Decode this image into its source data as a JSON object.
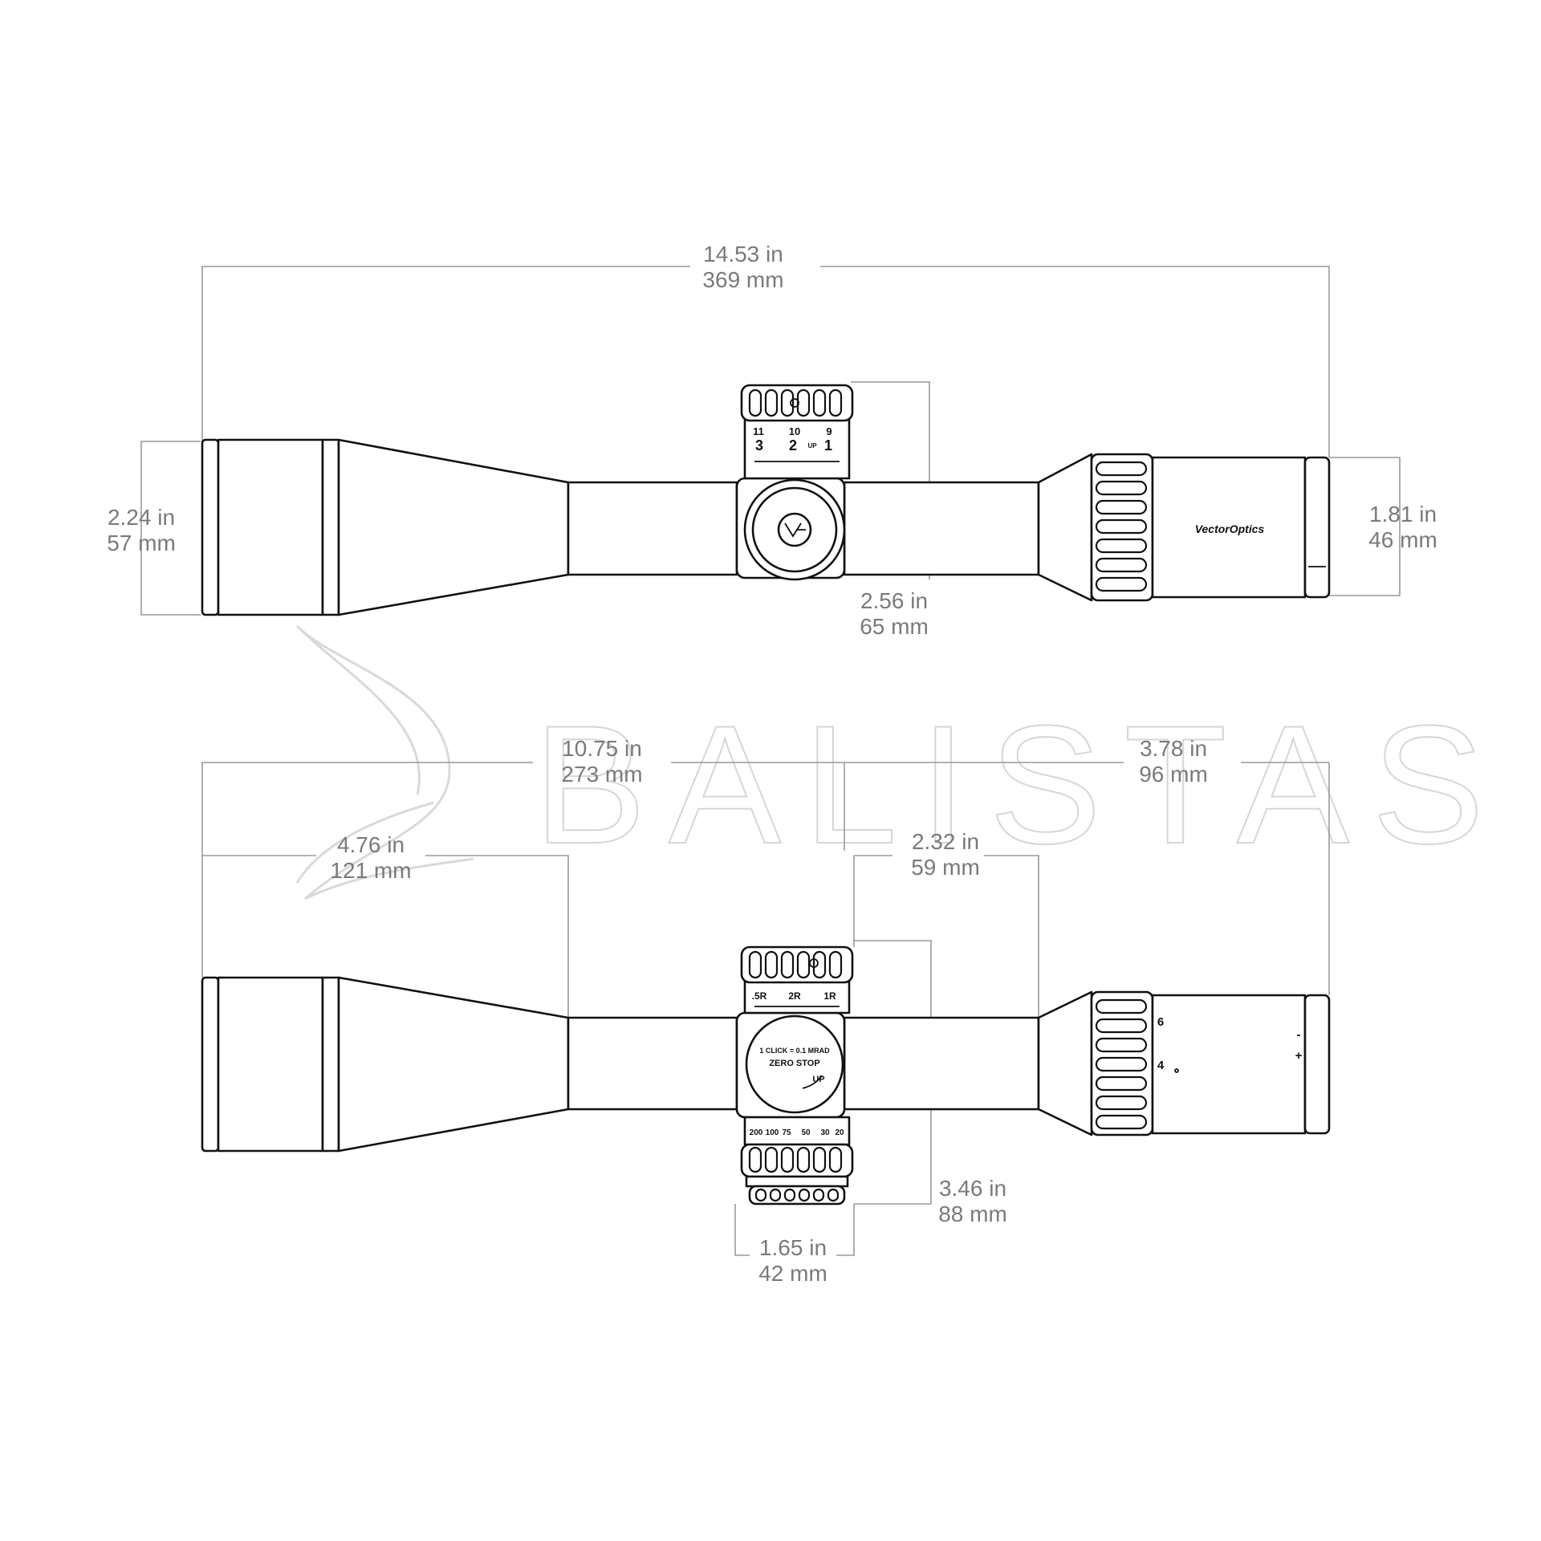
{
  "watermark": {
    "text": "BALISTAS"
  },
  "brand": {
    "label": "VectorOptics"
  },
  "top_view": {
    "turret_upper_row": [
      "11",
      "10",
      "9"
    ],
    "turret_lower_row": [
      "3",
      "2",
      "1"
    ],
    "turret_unit": "UP",
    "dimensions": {
      "overall_length": {
        "in": "14.53 in",
        "mm": "369 mm"
      },
      "objective_height": {
        "in": "2.24 in",
        "mm": "57 mm"
      },
      "turret_height": {
        "in": "2.56 in",
        "mm": "65 mm"
      },
      "eyepiece_height": {
        "in": "1.81 in",
        "mm": "46 mm"
      }
    }
  },
  "bottom_view": {
    "windage_marks": [
      ".5R",
      "2R",
      "1R"
    ],
    "side_cap_lines": [
      "1 CLICK = 0.1 MRAD",
      "ZERO STOP",
      "UP"
    ],
    "parallax_marks": [
      "200",
      "100",
      "75",
      "50",
      "30",
      "20"
    ],
    "power_marks": [
      "6",
      "4"
    ],
    "diopter_marks": [
      "+",
      "-"
    ],
    "dimensions": {
      "objective_to_mount": {
        "in": "10.75 in",
        "mm": "273 mm"
      },
      "eyepiece_to_mount": {
        "in": "3.78 in",
        "mm": "96 mm"
      },
      "objective_bell": {
        "in": "4.76 in",
        "mm": "121 mm"
      },
      "turret_to_eyepiece": {
        "in": "2.32 in",
        "mm": "59 mm"
      },
      "turret_height": {
        "in": "3.46 in",
        "mm": "88 mm"
      },
      "turret_width": {
        "in": "1.65 in",
        "mm": "42 mm"
      }
    }
  }
}
